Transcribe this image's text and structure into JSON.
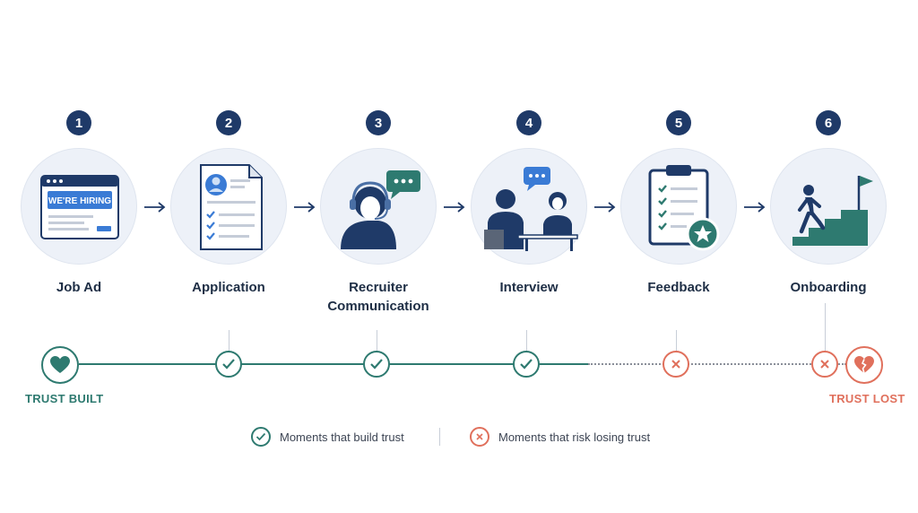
{
  "steps": [
    {
      "number": "1",
      "label": "Job Ad",
      "icon": "job-ad-browser-icon",
      "ad_text": "WE'RE HIRING"
    },
    {
      "number": "2",
      "label": "Application",
      "icon": "application-document-icon"
    },
    {
      "number": "3",
      "label": "Recruiter Communication",
      "icon": "recruiter-headset-icon"
    },
    {
      "number": "4",
      "label": "Interview",
      "icon": "interview-people-icon"
    },
    {
      "number": "5",
      "label": "Feedback",
      "icon": "feedback-clipboard-icon"
    },
    {
      "number": "6",
      "label": "Onboarding",
      "icon": "onboarding-stairs-flag-icon"
    }
  ],
  "timeline": {
    "start_label": "TRUST BUILT",
    "end_label": "TRUST LOST",
    "markers": [
      "build",
      "build",
      "build",
      "risk",
      "risk"
    ]
  },
  "legend": {
    "build_label": "Moments that build trust",
    "risk_label": "Moments that risk losing trust"
  },
  "colors": {
    "navy": "#1f3a68",
    "teal": "#2e7a70",
    "coral": "#e0705c",
    "blue": "#3a7bd5",
    "circle_bg": "#edf1f8"
  }
}
